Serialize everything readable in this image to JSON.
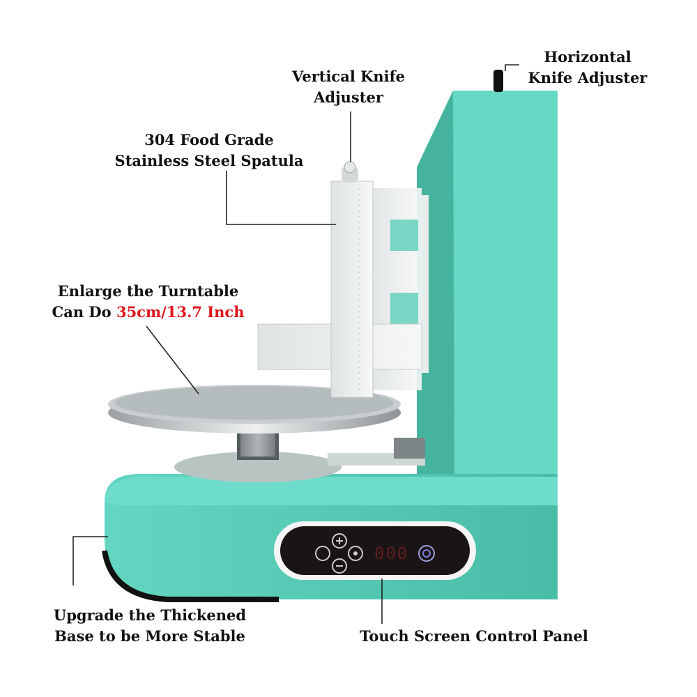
{
  "labels": {
    "horizontal_knife": [
      "Horizontal",
      "Knife Adjuster"
    ],
    "vertical_knife": [
      "Vertical Knife",
      "Adjuster"
    ],
    "spatula": [
      "304 Food Grade",
      "Stainless Steel Spatula"
    ],
    "turntable": {
      "line1": "Enlarge the Turntable",
      "line2_prefix": "Can Do ",
      "line2_highlight": "35cm/13.7 Inch"
    },
    "base": [
      "Upgrade the Thickened",
      "Base to be More Stable"
    ],
    "control_panel": "Touch Screen Control Panel"
  },
  "control_panel": {
    "display": "000",
    "buttons": [
      "plus-icon",
      "minus-icon",
      "spin-icon",
      "dot-icon",
      "power-icon"
    ]
  },
  "colors": {
    "machine_body": "#5ccfba",
    "highlight": "#e0141b"
  }
}
